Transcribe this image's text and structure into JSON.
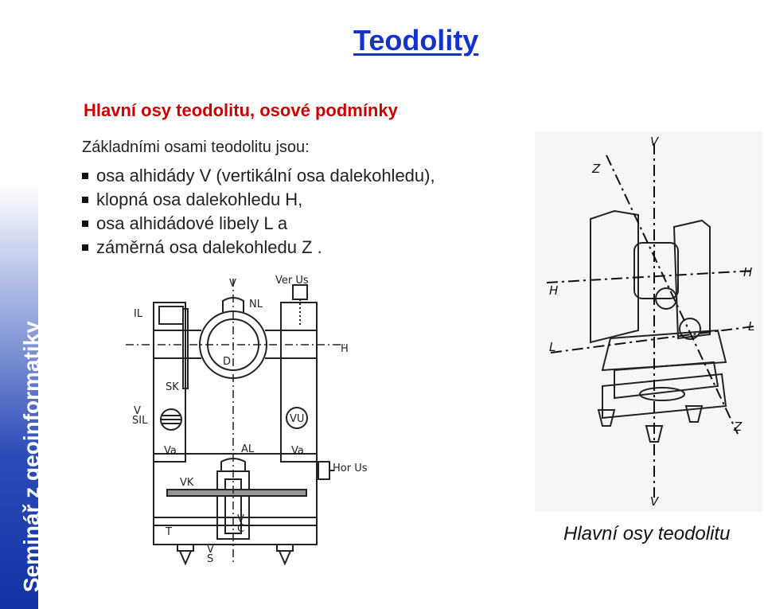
{
  "sidebar": {
    "text": "Seminář z geoinformatiky"
  },
  "slide": {
    "title": "Teodolity",
    "subtitle": "Hlavní osy teodolitu, osové podmínky",
    "intro": "Základními osami teodolitu jsou:",
    "bullets": [
      "osa alhidády  V  (vertikální osa dalekohledu),",
      "klopná osa dalekohledu  H,",
      "osa alhidádové libely  L  a",
      "záměrná osa dalekohledu  Z ."
    ]
  },
  "figure_left": {
    "labels": {
      "v_top": "V",
      "ver_us": "Ver Us",
      "nl": "NL",
      "il": "IL",
      "h": "H",
      "d": "D",
      "sk": "SK",
      "sil_v": "V",
      "sil": "SIL",
      "vu": "VU",
      "va_left": "Va",
      "al": "AL",
      "va_right": "Va",
      "hor_us": "Hor Us",
      "vk": "VK",
      "t": "T",
      "c_v": "V",
      "c": "C",
      "s_v": "V",
      "s": "S"
    }
  },
  "figure_right": {
    "labels": {
      "v_top": "V",
      "z_top": "Z",
      "h_left": "H",
      "h_right": "H",
      "l_left": "L",
      "l_right": "L",
      "z_bottom": "Z",
      "v_bottom": "V"
    }
  },
  "caption": "Hlavní osy teodolitu"
}
